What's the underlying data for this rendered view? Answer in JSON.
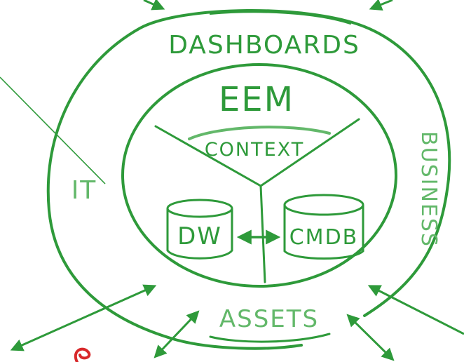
{
  "labels": {
    "outer_top": "DASHBOARDS",
    "inner_title": "EEM",
    "inner_arc": "CONTEXT",
    "left_db": "DW",
    "right_db": "CMDB",
    "outer_right": "BUSINESS",
    "outer_left": "IT",
    "outer_bottom": "ASSETS"
  },
  "colors": {
    "stroke": "#2e9a3a",
    "stroke_light": "#63b86a",
    "accent_red": "#d8282a"
  }
}
